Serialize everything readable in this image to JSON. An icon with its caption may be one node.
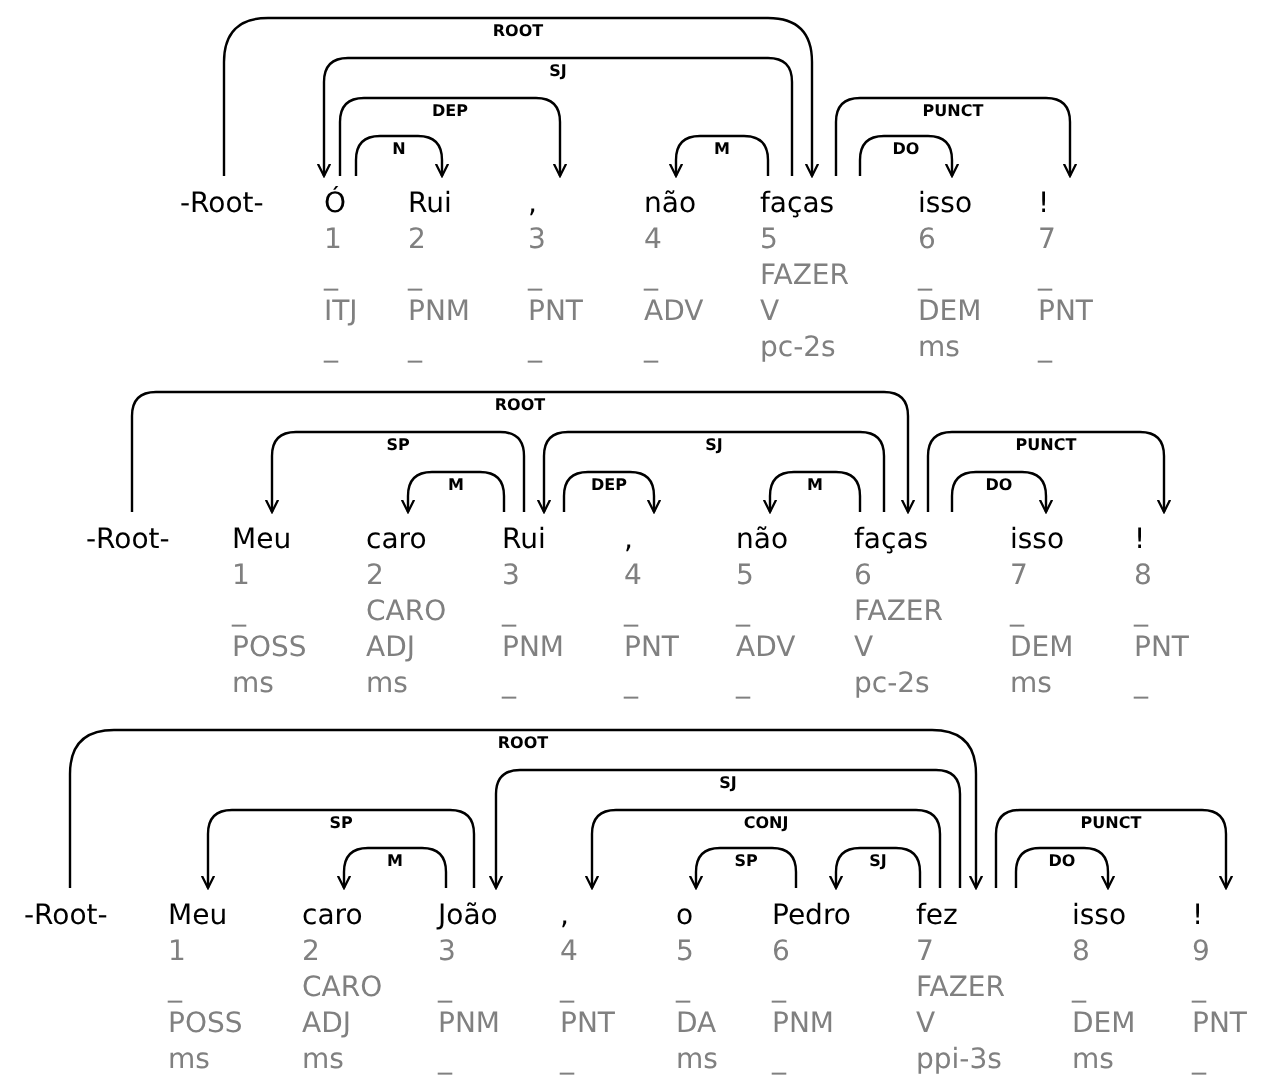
{
  "diagram": {
    "nodes": [
      {
        "text": [
          "-Root-"
        ]
      },
      {
        "text": [
          "Ó",
          "1",
          "_",
          "ITJ",
          "_"
        ]
      },
      {
        "text": [
          "Rui",
          "2",
          "_",
          "PNM",
          "_"
        ]
      },
      {
        "text": [
          ",",
          "3",
          "_",
          "PNT",
          "_"
        ]
      },
      {
        "text": [
          "não",
          "4",
          "_",
          "ADV",
          "_"
        ]
      },
      {
        "text": [
          "faças",
          "5",
          "FAZER",
          "V",
          "pc-2s"
        ]
      },
      {
        "text": [
          "isso",
          "6",
          "_",
          "DEM",
          "ms"
        ]
      },
      {
        "text": [
          "!",
          "7",
          "_",
          "PNT",
          "_"
        ]
      },
      {
        "text": [
          "-Root-"
        ]
      },
      {
        "text": [
          "Meu",
          "1",
          "_",
          "POSS",
          "ms"
        ]
      },
      {
        "text": [
          "caro",
          "2",
          "CARO",
          "ADJ",
          "ms"
        ]
      },
      {
        "text": [
          "Rui",
          "3",
          "_",
          "PNM",
          "_"
        ]
      },
      {
        "text": [
          ",",
          "4",
          "_",
          "PNT",
          "_"
        ]
      },
      {
        "text": [
          "não",
          "5",
          "_",
          "ADV",
          "_"
        ]
      },
      {
        "text": [
          "faças",
          "6",
          "FAZER",
          "V",
          "pc-2s"
        ]
      },
      {
        "text": [
          "isso",
          "7",
          "_",
          "DEM",
          "ms"
        ]
      },
      {
        "text": [
          "!",
          "8",
          "_",
          "PNT",
          "_"
        ]
      },
      {
        "text": [
          "-Root-"
        ]
      },
      {
        "text": [
          "Meu",
          "1",
          "_",
          "POSS",
          "ms"
        ]
      },
      {
        "text": [
          "caro",
          "2",
          "CARO",
          "ADJ",
          "ms"
        ]
      },
      {
        "text": [
          "João",
          "3",
          "_",
          "PNM",
          "_"
        ]
      },
      {
        "text": [
          ",",
          "4",
          "_",
          "PNT",
          "_"
        ]
      },
      {
        "text": [
          "o",
          "5",
          "_",
          "DA",
          "ms"
        ]
      },
      {
        "text": [
          "Pedro",
          "6",
          "_",
          "PNM",
          "_"
        ]
      },
      {
        "text": [
          "fez",
          "7",
          "FAZER",
          "V",
          "ppi-3s"
        ]
      },
      {
        "text": [
          "isso",
          "8",
          "_",
          "DEM",
          "ms"
        ]
      },
      {
        "text": [
          "!",
          "9",
          "_",
          "PNT",
          "_"
        ]
      }
    ],
    "edges": [
      {
        "from": 0,
        "to": 5,
        "label": "ROOT",
        "arrow": "to"
      },
      {
        "from": 5,
        "to": 1,
        "label": "SJ",
        "arrow": "to"
      },
      {
        "from": 1,
        "to": 3,
        "label": "DEP",
        "arrow": "to"
      },
      {
        "from": 1,
        "to": 2,
        "label": "N",
        "arrow": "to"
      },
      {
        "from": 5,
        "to": 4,
        "label": "M",
        "arrow": "to"
      },
      {
        "from": 5,
        "to": 7,
        "label": "PUNCT",
        "arrow": "to"
      },
      {
        "from": 5,
        "to": 6,
        "label": "DO",
        "arrow": "to"
      },
      {
        "from": 8,
        "to": 14,
        "label": "ROOT",
        "arrow": "to"
      },
      {
        "from": 11,
        "to": 9,
        "label": "SP",
        "arrow": "to"
      },
      {
        "from": 11,
        "to": 10,
        "label": "M",
        "arrow": "to"
      },
      {
        "from": 14,
        "to": 11,
        "label": "SJ",
        "arrow": "to"
      },
      {
        "from": 11,
        "to": 12,
        "label": "DEP",
        "arrow": "to"
      },
      {
        "from": 14,
        "to": 13,
        "label": "M",
        "arrow": "to"
      },
      {
        "from": 14,
        "to": 16,
        "label": "PUNCT",
        "arrow": "to"
      },
      {
        "from": 14,
        "to": 15,
        "label": "DO",
        "arrow": "to"
      },
      {
        "from": 17,
        "to": 24,
        "label": "ROOT",
        "arrow": "to"
      },
      {
        "from": 20,
        "to": 18,
        "label": "SP",
        "arrow": "to"
      },
      {
        "from": 20,
        "to": 19,
        "label": "M",
        "arrow": "to"
      },
      {
        "from": 24,
        "to": 20,
        "label": "SJ",
        "arrow": "to"
      },
      {
        "from": 24,
        "to": 21,
        "label": "CONJ",
        "arrow": "to"
      },
      {
        "from": 23,
        "to": 22,
        "label": "SP",
        "arrow": "to"
      },
      {
        "from": 24,
        "to": 23,
        "label": "SJ",
        "arrow": "to"
      },
      {
        "from": 24,
        "to": 26,
        "label": "PUNCT",
        "arrow": "to"
      },
      {
        "from": 24,
        "to": 25,
        "label": "DO",
        "arrow": "to"
      }
    ]
  }
}
